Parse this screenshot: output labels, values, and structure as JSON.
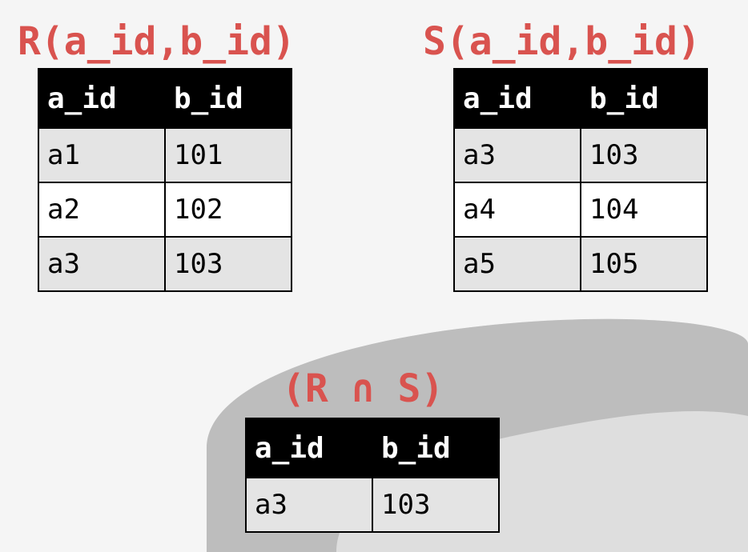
{
  "relations": {
    "r": {
      "title": "R(a_id,b_id)",
      "headers": [
        "a_id",
        "b_id"
      ],
      "rows": [
        [
          "a1",
          "101"
        ],
        [
          "a2",
          "102"
        ],
        [
          "a3",
          "103"
        ]
      ]
    },
    "s": {
      "title": "S(a_id,b_id)",
      "headers": [
        "a_id",
        "b_id"
      ],
      "rows": [
        [
          "a3",
          "103"
        ],
        [
          "a4",
          "104"
        ],
        [
          "a5",
          "105"
        ]
      ]
    },
    "result": {
      "title": "(R ∩ S)",
      "headers": [
        "a_id",
        "b_id"
      ],
      "rows": [
        [
          "a3",
          "103"
        ]
      ]
    }
  },
  "colors": {
    "title": "#d9534f",
    "header_bg": "#000000",
    "row_shaded": "#e4e4e4",
    "background_art": "#bdbdbd"
  }
}
